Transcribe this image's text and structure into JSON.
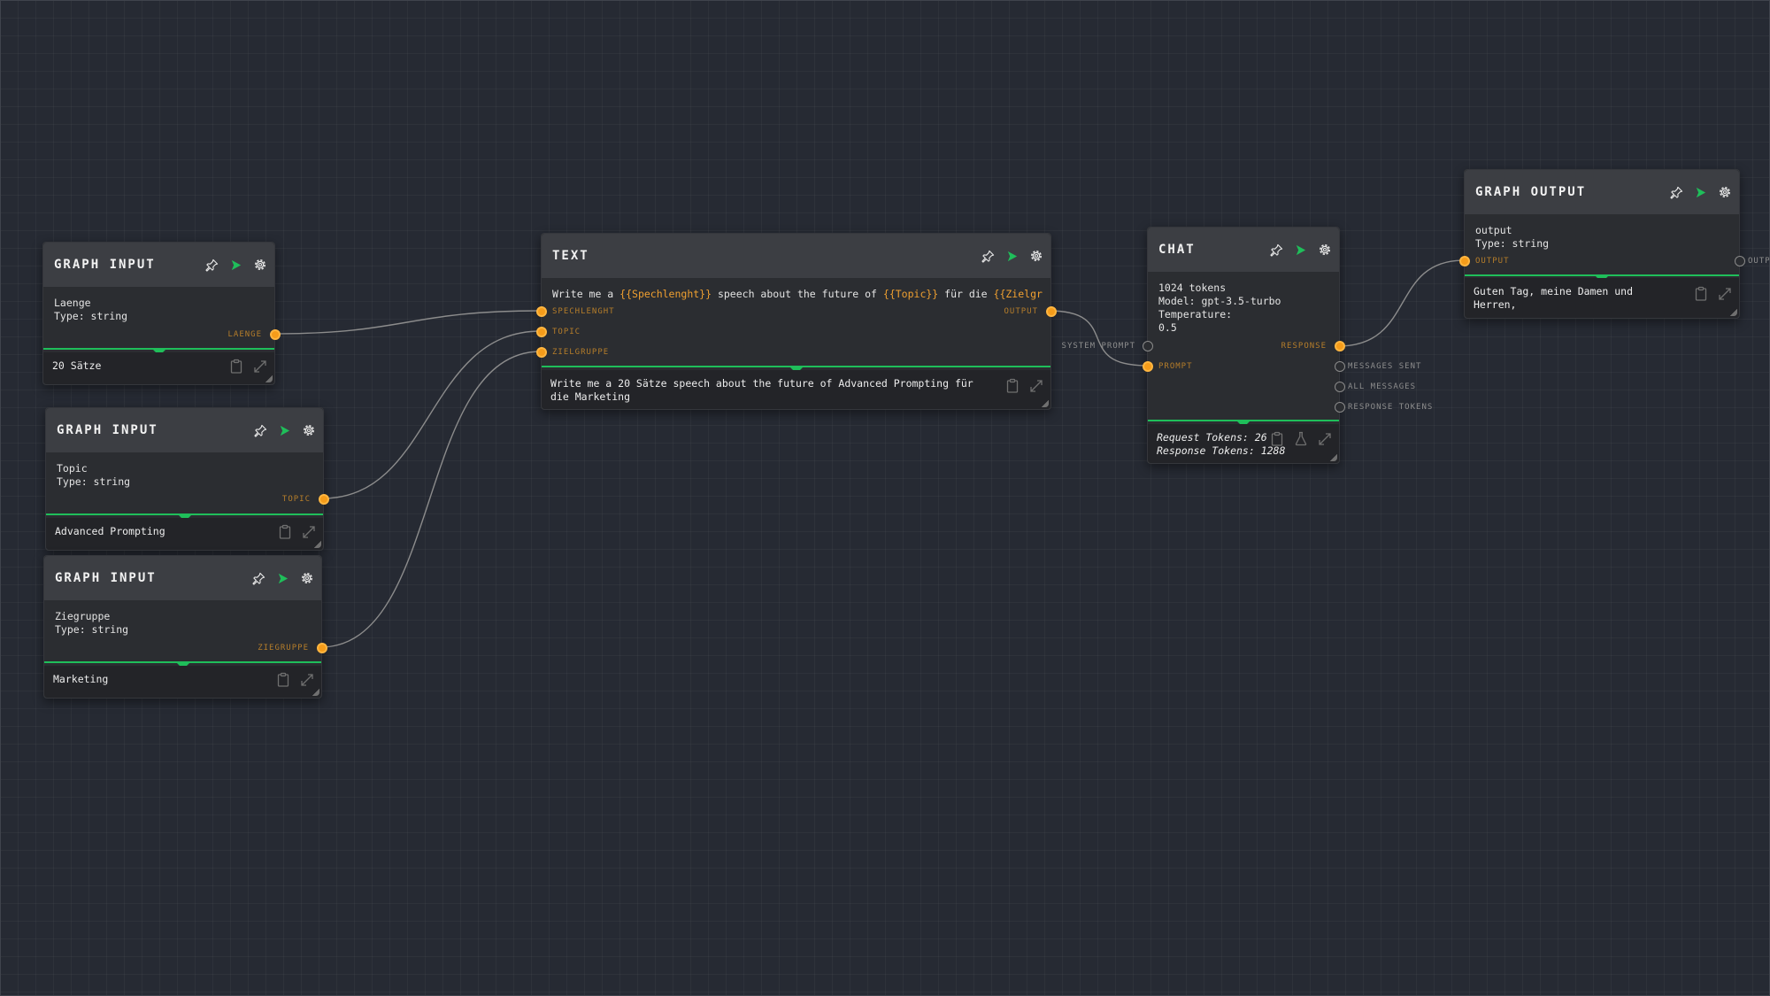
{
  "colors": {
    "accent_green": "#1fbe5a",
    "port_orange": "#f59c1a",
    "port_label": "#b57d2a",
    "wire": "#8c8c8c",
    "canvas_bg": "#262a33"
  },
  "icons": {
    "pin": "pin-icon",
    "run": "play-icon",
    "settings": "gear-icon",
    "copy": "clipboard-icon",
    "expand": "expand-icon",
    "test": "flask-icon"
  },
  "nodes": {
    "input_laenge": {
      "title": "GRAPH INPUT",
      "name": "Laenge",
      "type": "Type: string",
      "port": "LAENGE",
      "preview": "20 Sätze"
    },
    "input_topic": {
      "title": "GRAPH INPUT",
      "name": "Topic",
      "type": "Type: string",
      "port": "TOPIC",
      "preview": "Advanced Prompting"
    },
    "input_zielgruppe": {
      "title": "GRAPH INPUT",
      "name": "Ziegruppe",
      "type": "Type: string",
      "port": "ZIEGRUPPE",
      "preview": "Marketing"
    },
    "text": {
      "title": "TEXT",
      "template_parts": [
        "Write me a ",
        "{{Spechlenght}}",
        " speech about the future of ",
        "{{Topic}}",
        " für die ",
        "{{Zielgr"
      ],
      "inputs": [
        "SPECHLENGHT",
        "TOPIC",
        "ZIELGRUPPE"
      ],
      "output": "OUTPUT",
      "preview": "Write me a 20 Sätze speech about the future of Advanced Prompting für die Marketing"
    },
    "chat": {
      "title": "CHAT",
      "tokens": "1024 tokens",
      "model": "Model: gpt-3.5-turbo",
      "temp_label": "Temperature:",
      "temp_value": "0.5",
      "inputs": [
        "SYSTEM PROMPT",
        "PROMPT"
      ],
      "outputs": [
        "RESPONSE",
        "MESSAGES SENT",
        "ALL MESSAGES",
        "RESPONSE TOKENS"
      ],
      "request_tokens": "Request Tokens: 26",
      "response_tokens": "Response Tokens: 1288"
    },
    "output": {
      "title": "GRAPH OUTPUT",
      "name": "output",
      "type": "Type: string",
      "input": "OUTPUT",
      "output": "OUTP",
      "preview": "Guten Tag, meine Damen und Herren,"
    }
  }
}
